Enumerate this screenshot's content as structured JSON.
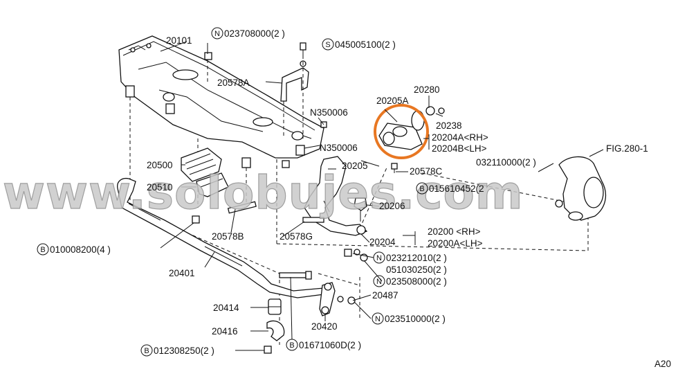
{
  "watermark": "www.solobujes.com",
  "page_ref": "A20",
  "highlight_color": "#e87722",
  "labels": {
    "p20101": "20101",
    "n0237": "023708000(2 )",
    "s0450": "045005100(2 )",
    "p20578A": "20578A",
    "n350006a": "N350006",
    "n350006b": "N350006",
    "p20280": "20280",
    "p20205A": "20205A",
    "p20238": "20238",
    "p20204A": "20204A<RH>",
    "p20204B": "20204B<LH>",
    "fig": "FIG.280-1",
    "n0321": "032110000(2 )",
    "p20205": "20205",
    "p20578C": "20578C",
    "b0156": "015610452(2",
    "p20500": "20500",
    "p20510": "20510",
    "p20206": "20206",
    "p20578B": "20578B",
    "p20578G": "20578G",
    "p20204": "20204",
    "p20200": "20200 <RH>",
    "p20200A": "20200A<LH>",
    "b0100": "010008200(4 )",
    "n0232": "023212010(2 )",
    "p0510": "051030250(2 )",
    "n0235a": "023508000(2 )",
    "p20401": "20401",
    "p20487": "20487",
    "p20414": "20414",
    "p20420": "20420",
    "n0235b": "023510000(2 )",
    "p20416": "20416",
    "b0123": "012308250(2 )",
    "b0167": "01671060D(2 )"
  },
  "callout_letters": {
    "n": "N",
    "s": "S",
    "b": "B"
  }
}
